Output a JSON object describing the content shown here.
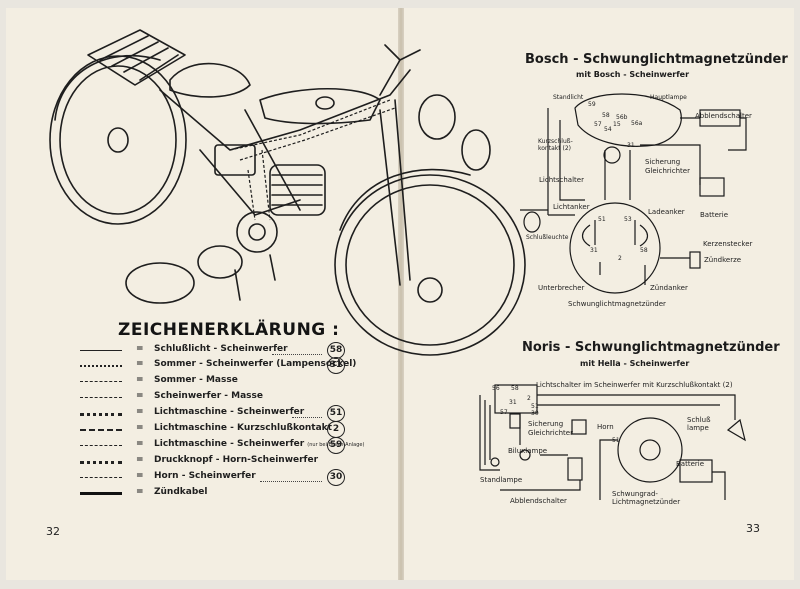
{
  "page_left": {
    "number": "32",
    "legend": {
      "heading": "ZEICHENERKLÄRUNG :",
      "rows": [
        {
          "style": "solid-thin",
          "label": "Schlußlicht - Scheinwerfer",
          "note": "",
          "number": "58"
        },
        {
          "style": "plus",
          "label": "Sommer - Scheinwerfer (Lampensockel)",
          "note": "",
          "number": "31"
        },
        {
          "style": "dash-dot",
          "label": "Sommer - Masse",
          "note": "",
          "number": ""
        },
        {
          "style": "dash-long",
          "label": "Scheinwerfer - Masse",
          "note": "",
          "number": ""
        },
        {
          "style": "chain",
          "label": "Lichtmaschine - Scheinwerfer",
          "note": "",
          "number": "51"
        },
        {
          "style": "cross",
          "label": "Lichtmaschine - Kurzschlußkontakt",
          "note": "",
          "number": "2"
        },
        {
          "style": "dot-dash",
          "label": "Lichtmaschine - Scheinwerfer",
          "note": "(nur bei Bosch-Anlage)",
          "number": "59"
        },
        {
          "style": "beads",
          "label": "Druckknopf - Horn-Scheinwerfer",
          "note": "",
          "number": ""
        },
        {
          "style": "dash-short",
          "label": "Horn - Scheinwerfer",
          "note": "",
          "number": "30"
        },
        {
          "style": "thick",
          "label": "Zündkabel",
          "note": "",
          "number": ""
        }
      ],
      "equals": "="
    }
  },
  "page_right": {
    "number": "33",
    "bosch": {
      "title": "Bosch - Schwunglichtmagnetzünder",
      "subtitle": "mit Bosch - Scheinwerfer",
      "labels": {
        "standlicht": "Standlicht",
        "hauptlampe": "Hauptlampe",
        "abblendschalter": "Abblendschalter",
        "kurzschluss": "Kurzschluß-",
        "kontakt": "kontakt (2)",
        "lichtschalter": "Lichtschalter",
        "sicherung": "Sicherung",
        "gleichrichter": "Gleichrichter",
        "lichtanker": "Lichtanker",
        "ladeanker": "Ladeanker",
        "batterie": "Batterie",
        "schlussleuchte": "Schlußleuchte",
        "kerzenstecker": "Kerzenstecker",
        "zuendkerze": "Zündkerze",
        "unterbrecher": "Unterbrecher",
        "zuendanker": "Zündanker",
        "magnetzuender": "Schwunglichtmagnetzünder",
        "t59": "59",
        "t57": "57",
        "t58": "58",
        "t56b": "56b",
        "t56a": "56a",
        "t54": "54",
        "t15": "15",
        "t31": "31",
        "t51": "51",
        "t53": "53",
        "t31b": "31",
        "t58b": "58",
        "t2": "2"
      }
    },
    "noris": {
      "title": "Noris - Schwunglichtmagnetzünder",
      "subtitle": "mit Hella - Scheinwerfer",
      "labels": {
        "lichtschalter": "Lichtschalter im Scheinwerfer mit Kurzschlußkontakt (2)",
        "sicherung": "Sicherung",
        "gleichrichter": "Gleichrichter",
        "horn": "Horn",
        "schlusslampe1": "Schluß",
        "schlusslampe2": "lampe",
        "biluxlampe": "Biluxlampe",
        "batterie": "Batterie",
        "standlampe": "Standlampe",
        "abblendschalter": "Abblendschalter",
        "schwungrad1": "Schwungrad-",
        "schwungrad2": "Lichtmagnetzünder",
        "t56": "56",
        "t58": "58",
        "t2": "2",
        "t30": "30",
        "t31": "31",
        "t51": "51",
        "t57": "57",
        "t51b": "51"
      }
    }
  }
}
